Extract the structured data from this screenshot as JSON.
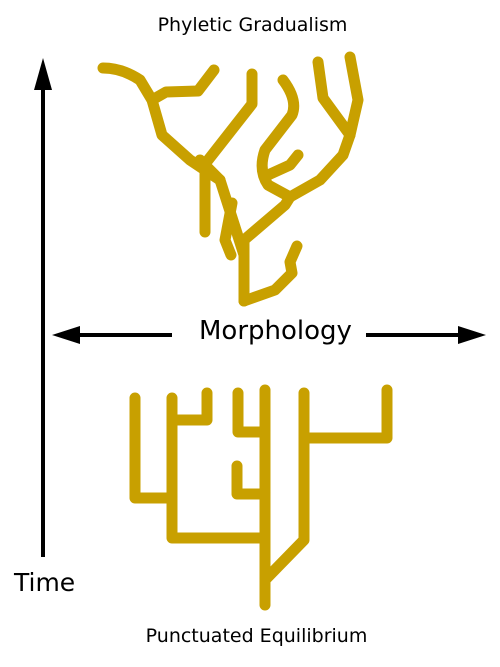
{
  "labels": {
    "top_title": "Phyletic Gradualism",
    "bottom_title": "Punctuated Equilibrium",
    "horizontal_axis": "Morphology",
    "vertical_axis": "Time"
  },
  "colors": {
    "branch": "#c8a000",
    "axis": "#000000"
  }
}
